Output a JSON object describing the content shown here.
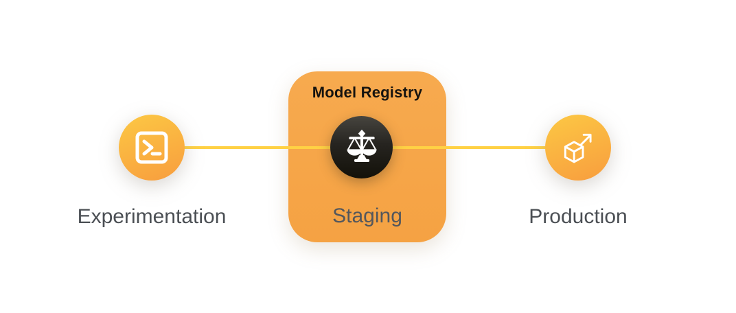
{
  "diagram": {
    "title_hint": "model lifecycle pipeline",
    "connector": {
      "color": "#FFD144"
    },
    "colors": {
      "node_gradient_top": "#FCC844",
      "node_gradient_bottom": "#F89D3E",
      "card_orange": "#F6A74C",
      "badge_dark": "#1c1a16",
      "label_gray": "#4B4F54",
      "card_title_black": "#15130f"
    },
    "nodes": [
      {
        "id": "experimentation",
        "label": "Experimentation",
        "icon": "terminal-icon",
        "shape": "circle"
      },
      {
        "id": "staging",
        "card_title": "Model Registry",
        "label": "Staging",
        "icon": "scales-icon",
        "shape": "rounded-card"
      },
      {
        "id": "production",
        "label": "Production",
        "icon": "cube-arrow-icon",
        "shape": "circle"
      }
    ]
  }
}
